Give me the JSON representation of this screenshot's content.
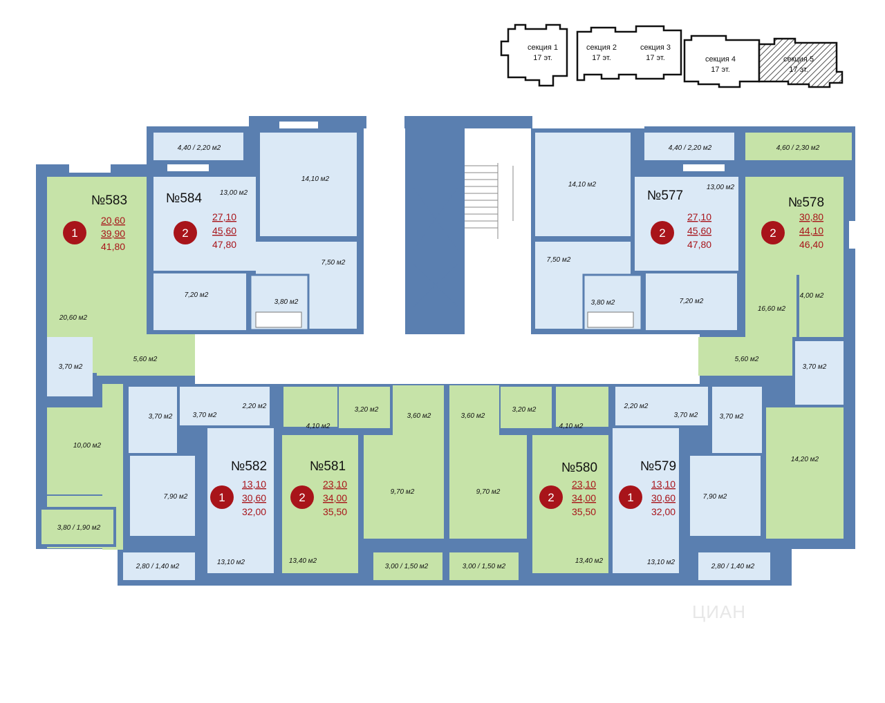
{
  "key_plan": {
    "sections": [
      {
        "name": "секция 1",
        "floors": "17 эт."
      },
      {
        "name": "секция 2",
        "floors": "17 эт."
      },
      {
        "name": "секция 3",
        "floors": "17 эт."
      },
      {
        "name": "секция 4",
        "floors": "17 эт."
      },
      {
        "name": "секция 5",
        "floors": "17 эт.",
        "highlighted": true
      }
    ]
  },
  "apartments": {
    "a583": {
      "number": "№583",
      "rooms": "1",
      "living": "20,60",
      "total_no_balcony": "39,90",
      "total": "41,80"
    },
    "a584": {
      "number": "№584",
      "rooms": "2",
      "living": "27,10",
      "total_no_balcony": "45,60",
      "total": "47,80"
    },
    "a577": {
      "number": "№577",
      "rooms": "2",
      "living": "27,10",
      "total_no_balcony": "45,60",
      "total": "47,80"
    },
    "a578": {
      "number": "№578",
      "rooms": "2",
      "living": "30,80",
      "total_no_balcony": "44,10",
      "total": "46,40"
    },
    "a582": {
      "number": "№582",
      "rooms": "1",
      "living": "13,10",
      "total_no_balcony": "30,60",
      "total": "32,00"
    },
    "a581": {
      "number": "№581",
      "rooms": "2",
      "living": "23,10",
      "total_no_balcony": "34,00",
      "total": "35,50"
    },
    "a580": {
      "number": "№580",
      "rooms": "2",
      "living": "23,10",
      "total_no_balcony": "34,00",
      "total": "35,50"
    },
    "a579": {
      "number": "№579",
      "rooms": "1",
      "living": "13,10",
      "total_no_balcony": "30,60",
      "total": "32,00"
    }
  },
  "room_areas": {
    "r_583_living": "20,60 м2",
    "r_583_bath": "3,70 м2",
    "r_583_kitchen": "10,00 м2",
    "r_583_hall": "5,60 м2",
    "r_583_balcony": "3,80 / 1,90 м2",
    "r_584_balcony": "4,40 / 2,20 м2",
    "r_584_room1": "13,00 м2",
    "r_584_room2": "14,10 м2",
    "r_584_hall": "7,50 м2",
    "r_584_kitchen": "7,20 м2",
    "r_584_bath": "3,80 м2",
    "r_577_balcony": "4,40 / 2,20 м2",
    "r_577_room1": "14,10 м2",
    "r_577_room2": "13,00 м2",
    "r_577_hall": "7,50 м2",
    "r_577_bath": "3,80 м2",
    "r_577_kitchen": "7,20 м2",
    "r_578_balcony": "4,60 / 2,30 м2",
    "r_578_kitchen": "4,00 м2",
    "r_578_room1": "16,60 м2",
    "r_578_hall": "5,60 м2",
    "r_578_bath": "3,70 м2",
    "r_578_room2": "14,20 м2",
    "r_582_bath": "3,70 м2",
    "r_582_hall": "3,70 м2",
    "r_582_closet": "2,20 м2",
    "r_582_kitchen": "7,90 м2",
    "r_582_room": "13,10 м2",
    "r_582_balcony": "2,80 / 1,40 м2",
    "r_581_kitchen": "4,10 м2",
    "r_581_hall": "3,20 м2",
    "r_581_bath": "3,60 м2",
    "r_581_room1": "9,70 м2",
    "r_581_room2": "13,40 м2",
    "r_581_balcony": "3,00 / 1,50 м2",
    "r_580_bath": "3,60 м2",
    "r_580_hall": "3,20 м2",
    "r_580_kitchen": "4,10 м2",
    "r_580_room1": "9,70 м2",
    "r_580_room2": "13,40 м2",
    "r_580_balcony": "3,00 / 1,50 м2",
    "r_579_closet": "2,20 м2",
    "r_579_hall": "3,70 м2",
    "r_579_bath": "3,70 м2",
    "r_579_kitchen": "7,90 м2",
    "r_579_room": "13,10 м2",
    "r_579_balcony": "2,80 / 1,40 м2"
  },
  "watermark": "ЦИАН",
  "colors": {
    "wall": "#5a7fb0",
    "one_room": "#c6e3a8",
    "two_room_blue": "#dbe9f6",
    "two_room_green": "#c6e3a8",
    "badge": "#a8141a",
    "price_text": "#a8141a"
  }
}
